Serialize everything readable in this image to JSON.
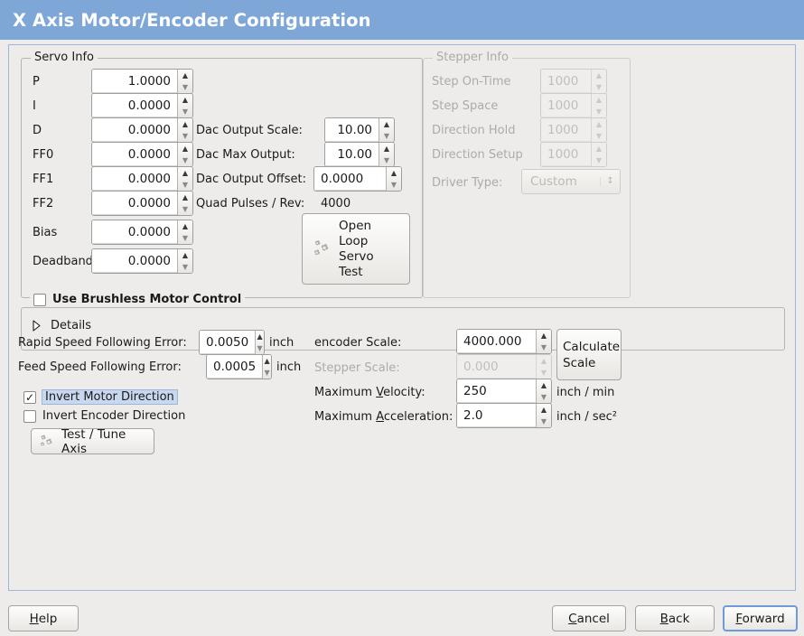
{
  "window": {
    "title": "X Axis Motor/Encoder Configuration"
  },
  "servo": {
    "legend": "Servo Info",
    "rows": [
      {
        "label": "P",
        "value": "1.0000"
      },
      {
        "label": "I",
        "value": "0.0000"
      },
      {
        "label": "D",
        "value": "0.0000"
      },
      {
        "label": "FF0",
        "value": "0.0000"
      },
      {
        "label": "FF1",
        "value": "0.0000"
      },
      {
        "label": "FF2",
        "value": "0.0000"
      },
      {
        "label": "Bias",
        "value": "0.0000"
      },
      {
        "label": "Deadband",
        "value": "0.0000"
      }
    ],
    "dac": [
      {
        "label": "Dac Output Scale:",
        "value": "10.00"
      },
      {
        "label": "Dac Max Output:",
        "value": "10.00"
      },
      {
        "label": "Dac Output Offset:",
        "value": "0.0000"
      }
    ],
    "quad_pulses_label": "Quad Pulses / Rev:",
    "quad_pulses_value": "4000",
    "open_loop_button": [
      "Open",
      "Loop",
      "Servo",
      "Test"
    ]
  },
  "stepper": {
    "legend": "Stepper Info",
    "rows": [
      {
        "label": "Step On-Time",
        "value": "1000"
      },
      {
        "label": "Step Space",
        "value": "1000"
      },
      {
        "label": "Direction Hold",
        "value": "1000"
      },
      {
        "label": "Direction Setup",
        "value": "1000"
      }
    ],
    "driver_type_label": "Driver Type:",
    "driver_type_value": "Custom"
  },
  "brushless": {
    "checkbox_label": "Use Brushless Motor Control",
    "checked": false,
    "details_label": "Details"
  },
  "tuning": {
    "rapid_label": "Rapid Speed Following Error:",
    "rapid_value": "0.0050",
    "rapid_unit": "inch",
    "feed_label": "Feed Speed Following Error:",
    "feed_value": "0.0005",
    "feed_unit": "inch",
    "invert_motor_label": "Invert Motor Direction",
    "invert_motor_checked": true,
    "invert_encoder_label": "Invert Encoder Direction",
    "invert_encoder_checked": false,
    "test_tune_label": "Test / Tune Axis"
  },
  "scales": {
    "encoder_label": "encoder Scale:",
    "encoder_value": "4000.000",
    "stepper_label": "Stepper Scale:",
    "stepper_value": "0.000",
    "calculate_button": [
      "Calculate",
      "Scale"
    ],
    "max_velocity_label_pre": "Maximum ",
    "max_velocity_label_key": "V",
    "max_velocity_label_post": "elocity:",
    "max_velocity_value": "250",
    "max_velocity_unit": "inch / min",
    "max_accel_label_pre": "Maximum ",
    "max_accel_label_key": "A",
    "max_accel_label_post": "cceleration:",
    "max_accel_value": "2.0",
    "max_accel_unit": "inch / sec²"
  },
  "footer": {
    "help": {
      "pre": "",
      "key": "H",
      "post": "elp"
    },
    "cancel": {
      "pre": "",
      "key": "C",
      "post": "ancel"
    },
    "back": {
      "pre": "",
      "key": "B",
      "post": "ack"
    },
    "forward": {
      "pre": "",
      "key": "F",
      "post": "orward"
    }
  },
  "colors": {
    "titlebar": "#7ea7d8",
    "background": "#edecea",
    "focus": "#6f9ad6",
    "selection": "#c8d8ef"
  }
}
